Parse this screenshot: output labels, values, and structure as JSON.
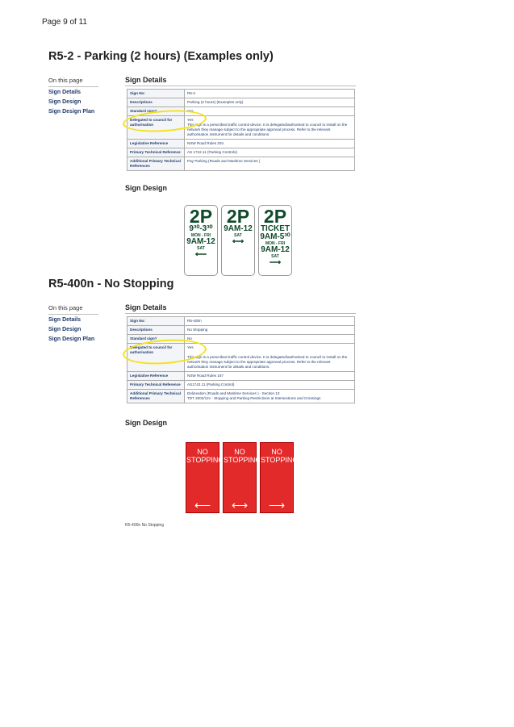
{
  "page_label": "Page 9 of 11",
  "sections": [
    {
      "title": "R5-2 - Parking (2 hours) (Examples only)",
      "on_this_page": "On this page",
      "nav": [
        "Sign Details",
        "Sign Design",
        "Sign Design Plan"
      ],
      "details_heading": "Sign Details",
      "rows": [
        [
          "Sign No:",
          "R5-2"
        ],
        [
          "Descriptions",
          "Parking (2 hours) (Examples only)"
        ],
        [
          "Standard sign?",
          "Yes"
        ],
        [
          "Delegated to council for authorisation",
          "Yes\nThis sign is a prescribed traffic control device. It is delegated/authorised to council to install on the network they manage subject to the appropriate approval process. Refer to the relevant authorisation instrument for details and conditions."
        ],
        [
          "Legislative Reference",
          "NSW Road Rules 204"
        ],
        [
          "Primary Technical Reference",
          "AS 1742.11 (Parking Controls)"
        ],
        [
          "Additional Primary Technical References",
          "Pay Parking (Roads and Maritime Services )"
        ]
      ],
      "design_heading": "Sign Design",
      "signs": [
        {
          "main": "2P",
          "lines": [
            "9³⁰-3³⁰",
            "MON - FRI",
            "9AM-12",
            "SAT"
          ],
          "arrow": "⟵"
        },
        {
          "main": "2P",
          "lines": [
            "9AM-12",
            "SAT"
          ],
          "arrow": "⟷"
        },
        {
          "main": "2P",
          "lines": [
            "TICKET",
            "9AM-5³⁰",
            "MON - FRI",
            "9AM-12",
            "SAT"
          ],
          "arrow": "⟶"
        }
      ]
    },
    {
      "title": "R5-400n - No Stopping",
      "on_this_page": "On this page",
      "nav": [
        "Sign Details",
        "Sign Design",
        "Sign Design Plan"
      ],
      "details_heading": "Sign Details",
      "rows": [
        [
          "Sign No:",
          "R5-400n"
        ],
        [
          "Descriptions",
          "No Stopping"
        ],
        [
          "Standard sign?",
          "No"
        ],
        [
          "Delegated to council for authorisation",
          "Yes.\n\nThis sign is a prescribed traffic control device. It is delegated/authorised to council to install on the network they manage subject to the appropriate approval process. Refer to the relevant authorisation instrument for details and conditions."
        ],
        [
          "Legislative Reference",
          "NSW Road Rules 167"
        ],
        [
          "Primary Technical Reference",
          "AS1742.11 (Parking Control)"
        ],
        [
          "Additional Primary Technical References",
          "Delineation (Roads and Maritime Services ) - Section 13\nTDT 2002/12c - Stopping and Parking Restrictions at Intersections and Crossings"
        ]
      ],
      "design_heading": "Sign Design",
      "signs": [
        {
          "text": "NO STOPPING",
          "arrow": "⟵"
        },
        {
          "text": "NO STOPPING",
          "arrow": "⟷"
        },
        {
          "text": "NO STOPPING",
          "arrow": "⟶"
        }
      ],
      "caption": "R5-400n No Stopping"
    }
  ]
}
